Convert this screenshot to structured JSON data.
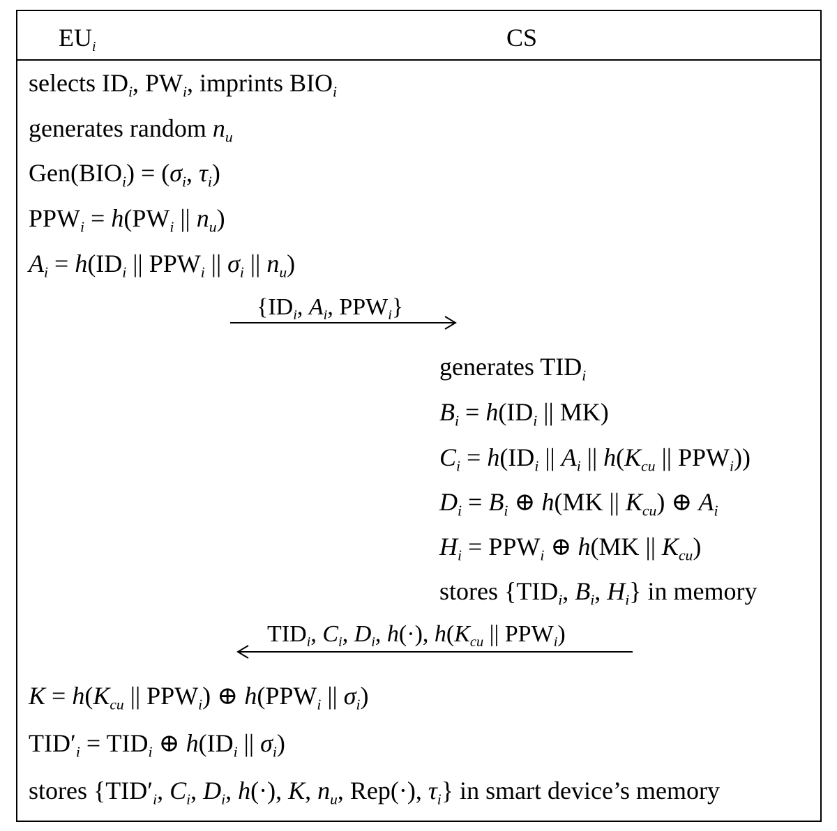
{
  "header": {
    "left": "EU",
    "left_sub": "i",
    "right": "CS"
  },
  "registration": {
    "eu_steps_1": [
      "selects ID_i, PW_i, imprints BIO_i",
      "generates random n_u",
      "Gen(BIO_i) = (σ_i, τ_i)",
      "PPW_i = h(PW_i || n_u)",
      "A_i = h(ID_i || PPW_i || σ_i || n_u)"
    ],
    "message_to_cs": "{ID_i, A_i, PPW_i}",
    "cs_steps": [
      "generates TID_i",
      "B_i = h(ID_i || MK)",
      "C_i = h(ID_i || A_i || h(K_cu || PPW_i))",
      "D_i = B_i ⊕ h(MK || K_cu) ⊕ A_i",
      "H_i = PPW_i ⊕ h(MK || K_cu)",
      "stores {TID_i, B_i, H_i} in memory"
    ],
    "message_to_eu": "TID_i, C_i, D_i, h(·), h(K_cu || PPW_i)",
    "eu_steps_2": [
      "K = h(K_cu || PPW_i) ⊕ h(PPW_i || σ_i)",
      "TID′_i = TID_i ⊕ h(ID_i || σ_i)",
      "stores {TID′_i, C_i, D_i, h(·), K, n_u, Rep(·), τ_i} in smart device’s memory"
    ]
  }
}
